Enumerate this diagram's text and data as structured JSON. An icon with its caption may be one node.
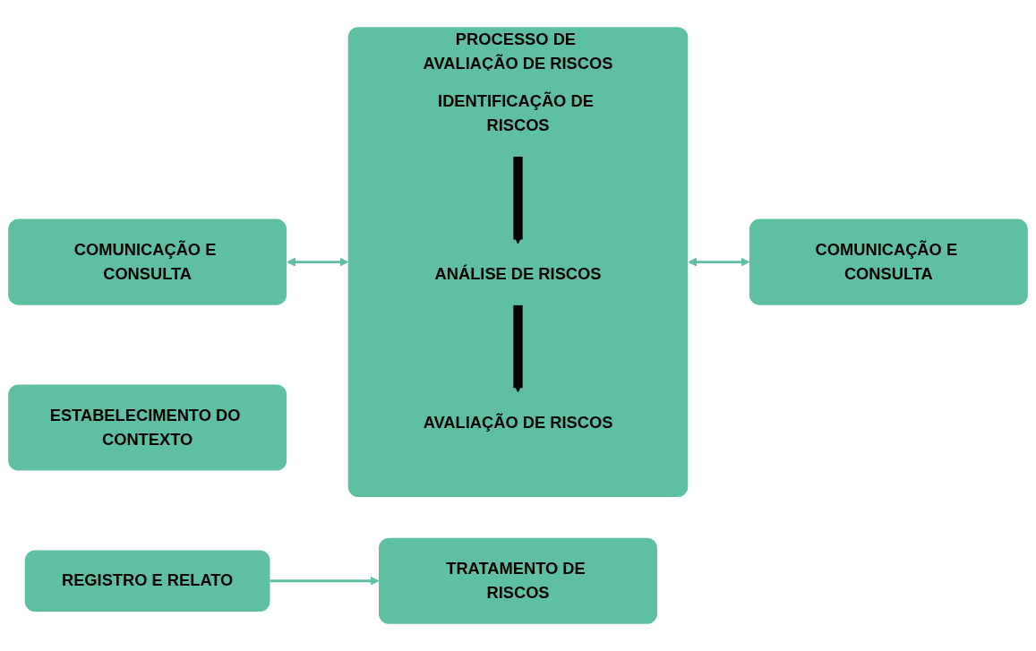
{
  "diagram": {
    "nodes": [
      {
        "text": [
          "COMUNICAÇÃO E CONSULTA"
        ]
      },
      {
        "text": [
          "ESTABELECIMENTO DO CONTEXTO"
        ]
      },
      {
        "text": [
          "PROCESSO DE AVALIAÇÃO DE RISCOS"
        ]
      },
      {
        "text": [
          "IDENTIFICAÇÃO DE RISCOS"
        ],
        "in": 2
      },
      {
        "text": [
          "ANÁLISE DE RISCOS"
        ],
        "in": 2
      },
      {
        "text": [
          "AVALIAÇÃO DE RISCOS"
        ],
        "in": 2
      },
      {
        "text": [
          "TRATAMENTO DE RISCOS"
        ]
      },
      {
        "text": [
          "COMUNICAÇÃO E CONSULTA"
        ]
      },
      {
        "text": [
          "REGISTRO E RELATO"
        ]
      }
    ],
    "edges": [
      {
        "from": 0,
        "to": 2,
        "arrow": "both"
      },
      {
        "from": 2,
        "to": 7,
        "arrow": "both"
      },
      {
        "from": 3,
        "to": 4,
        "arrow": "to",
        "style": "thick",
        "color": "#000000"
      },
      {
        "from": 4,
        "to": 5,
        "arrow": "to",
        "style": "thick",
        "color": "#000000"
      },
      {
        "from": 8,
        "to": 6,
        "arrow": "to"
      }
    ]
  }
}
